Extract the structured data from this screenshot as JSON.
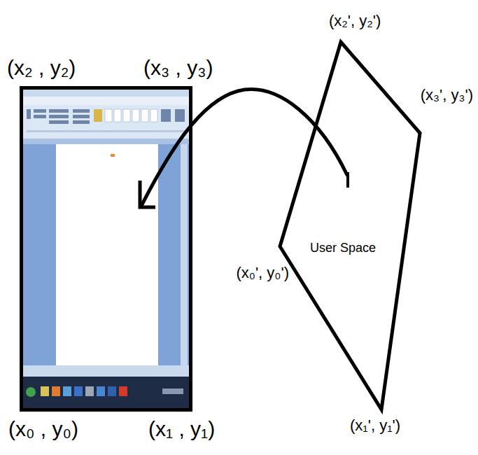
{
  "diagram": {
    "nodes": [
      {
        "text": [
          "User Space"
        ]
      }
    ],
    "labels": [
      "(x₂ , y₂)",
      "(x₃ , y₃)",
      "(x₂', y₂')",
      "(x₃', y₃')",
      "(x₀', y₀')",
      "(x₀ , y₀)",
      "(x₁ , y₁)",
      "(x₁', y₁')"
    ]
  }
}
